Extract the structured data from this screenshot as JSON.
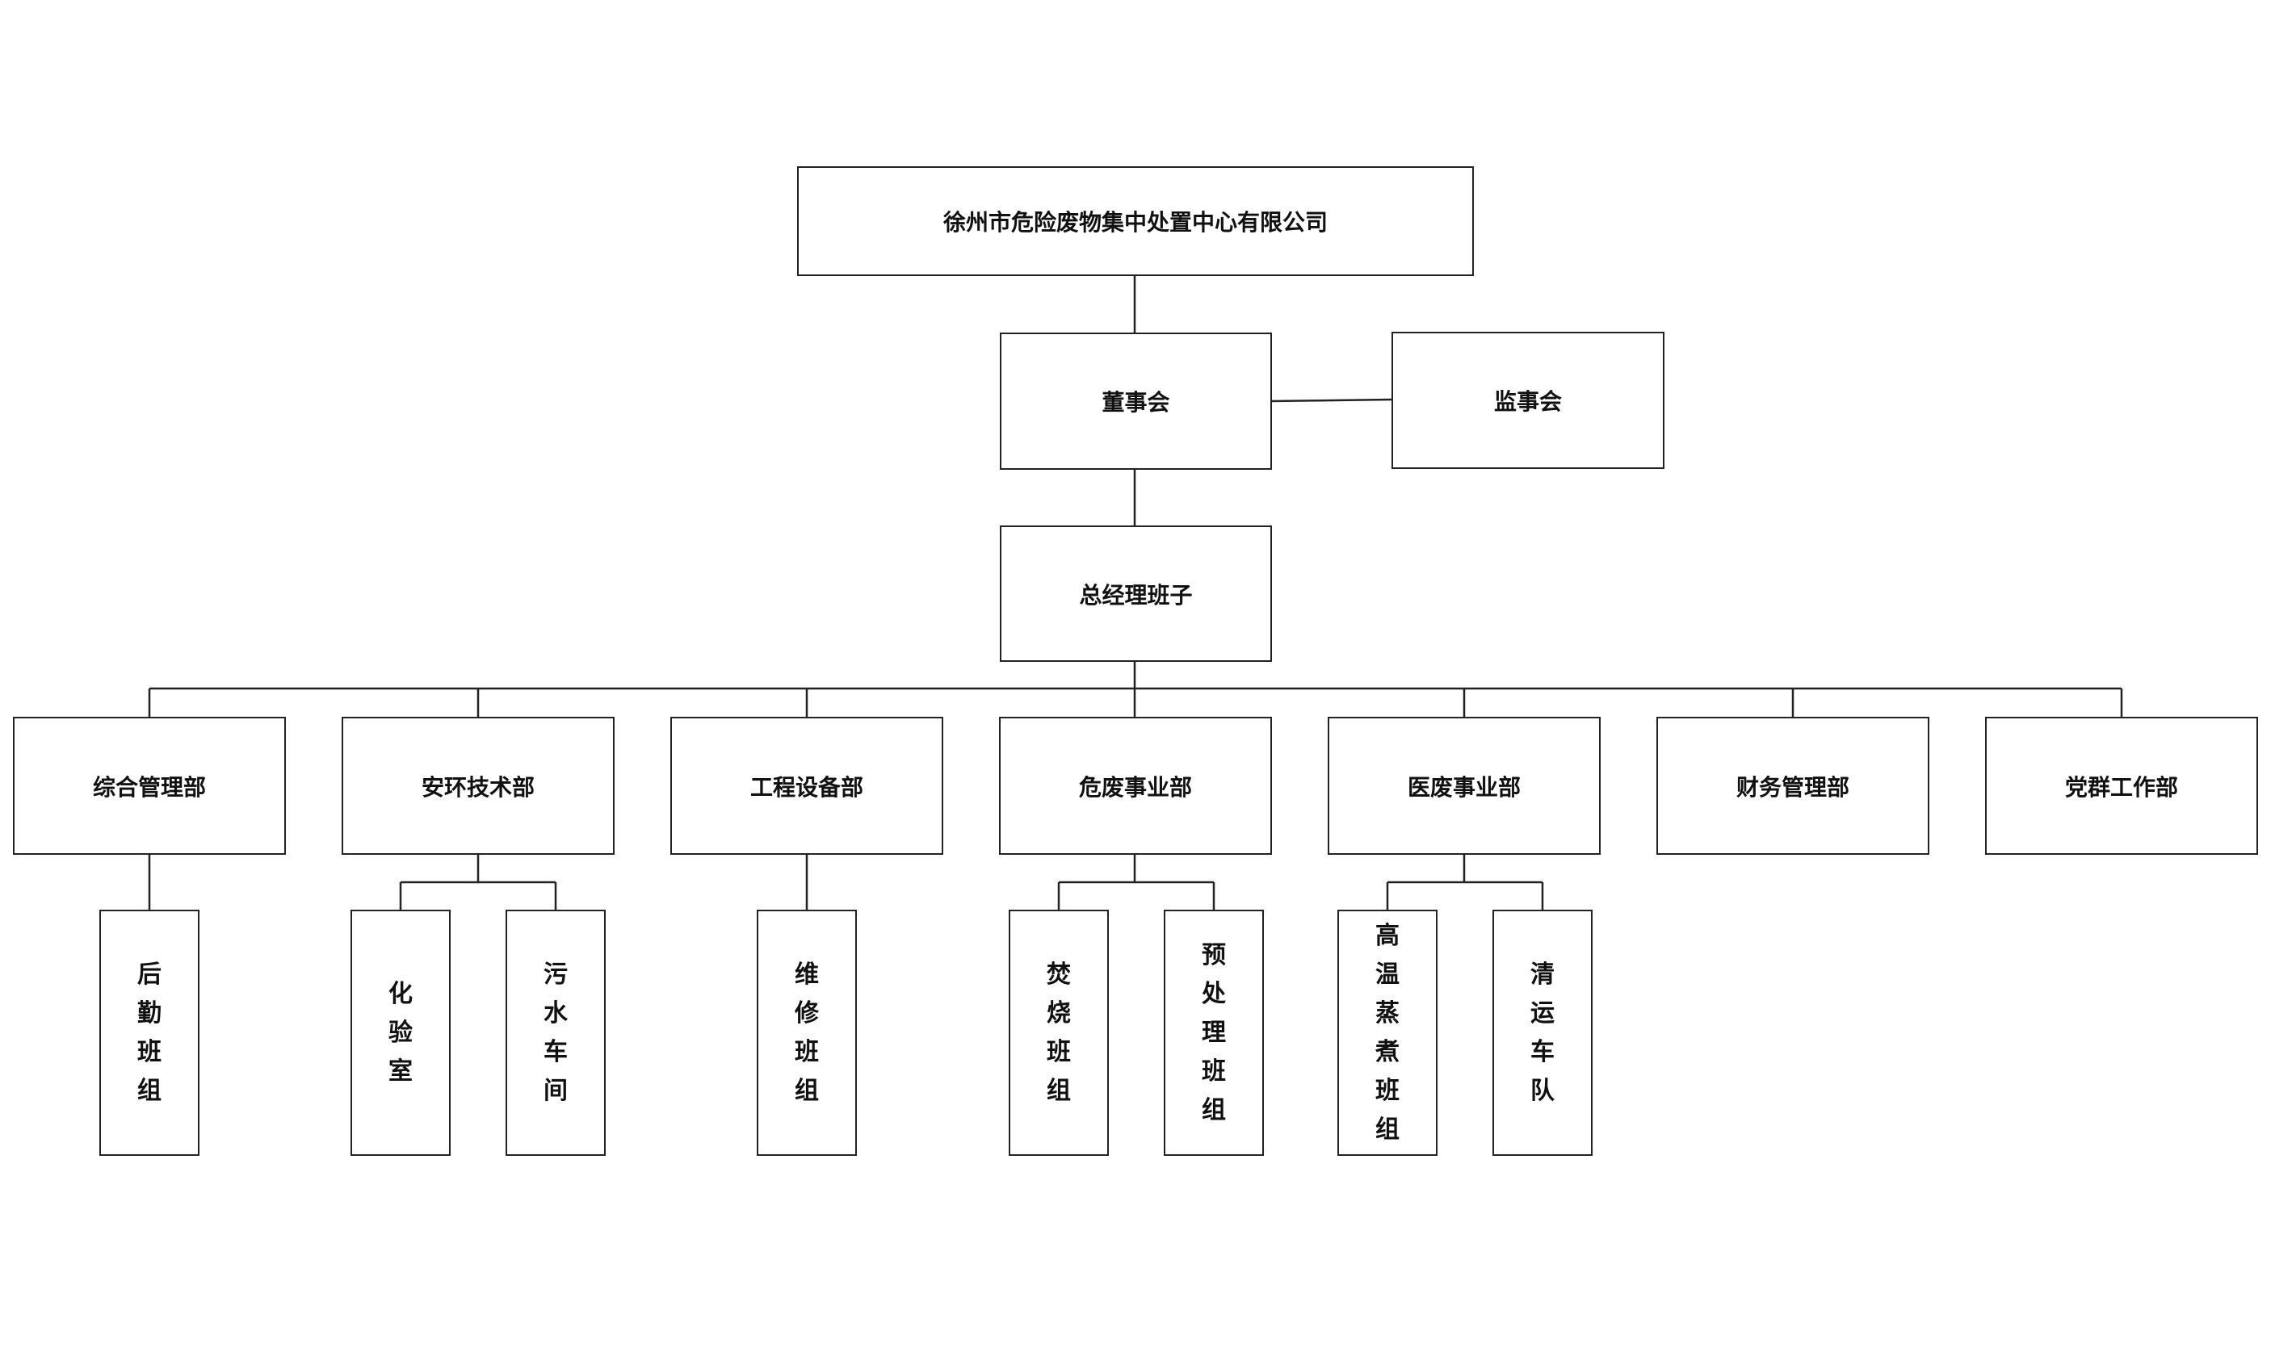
{
  "org": {
    "company": "徐州市危险废物集中处置中心有限公司",
    "board": "董事会",
    "supervisors": "监事会",
    "gm": "总经理班子",
    "departments": [
      {
        "name": "综合管理部",
        "teams": [
          "后勤班组"
        ]
      },
      {
        "name": "安环技术部",
        "teams": [
          "化验室",
          "污水车间"
        ]
      },
      {
        "name": "工程设备部",
        "teams": [
          "维修班组"
        ]
      },
      {
        "name": "危废事业部",
        "teams": [
          "焚烧班组",
          "预处理班组"
        ]
      },
      {
        "name": "医废事业部",
        "teams": [
          "高温蒸煮班组",
          "清运车队"
        ]
      },
      {
        "name": "财务管理部",
        "teams": []
      },
      {
        "name": "党群工作部",
        "teams": []
      }
    ]
  }
}
